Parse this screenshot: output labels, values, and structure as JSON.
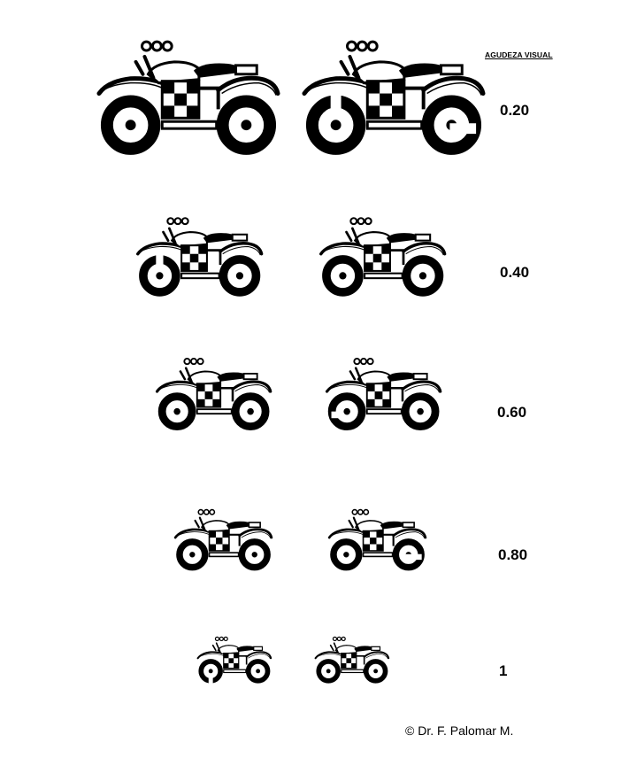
{
  "chart": {
    "header": "AGUDEZA VISUAL",
    "rows": [
      {
        "acuity": "0.20",
        "gaps": [
          "none",
          "front-top"
        ],
        "rearGapRight": [
          false,
          true
        ]
      },
      {
        "acuity": "0.40",
        "gaps": [
          "front-top",
          "none"
        ]
      },
      {
        "acuity": "0.60",
        "gaps": [
          "none",
          "front-left"
        ]
      },
      {
        "acuity": "0.80",
        "gaps": [
          "none",
          "rear-right"
        ]
      },
      {
        "acuity": "1",
        "gaps": [
          "front-bottom",
          "none"
        ]
      }
    ]
  },
  "footer": {
    "copyright": "© Dr. F. Palomar M."
  },
  "colors": {
    "ink": "#000000",
    "paper": "#ffffff"
  }
}
